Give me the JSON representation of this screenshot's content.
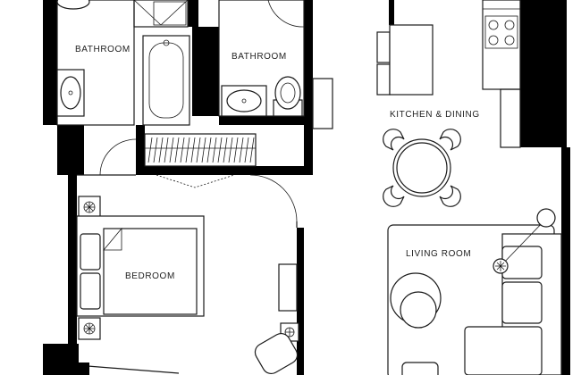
{
  "rooms": {
    "bathroom_left": "BATHROOM",
    "bathroom_right": "BATHROOM",
    "kitchen": "KITCHEN & DINING",
    "bedroom": "BEDROOM",
    "living": "LIVING ROOM"
  },
  "colors": {
    "wall": "#000000",
    "line": "#1a1a1a",
    "background": "#ffffff"
  }
}
